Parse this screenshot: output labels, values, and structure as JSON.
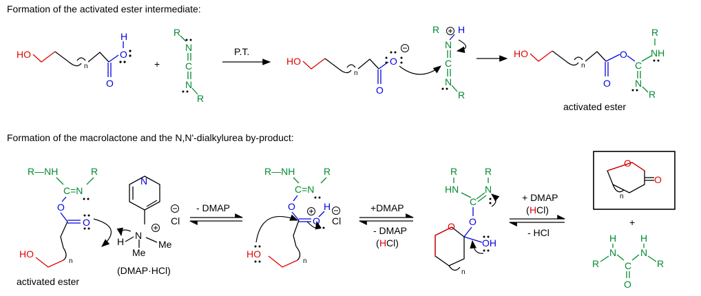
{
  "headings": {
    "top": "Formation of the activated ester intermediate:",
    "bottom": "Formation of the macrolactone and the N,N'-dialkylurea by-product:"
  },
  "labels": {
    "pt": "P.T.",
    "activated_ester_1": "activated ester",
    "activated_ester_2": "activated ester",
    "minus_dmap": "- DMAP",
    "plus_dmap": "+DMAP",
    "minus_dmap_2": "- DMAP",
    "hcl_paren_open": "(",
    "hcl_h": "H",
    "hcl_cl": "Cl)",
    "plus_dmap_2": "+ DMAP",
    "minus_hcl": "- HCl",
    "dmap_hcl": "(DMAP·HCl)",
    "plus_sign": "+"
  },
  "atoms": {
    "ho": "HO",
    "o": "O",
    "h": "H",
    "n": "N",
    "c": "C",
    "r": "R",
    "nh": "NH",
    "hn": "HN",
    "oh": "OH",
    "cl": "Cl",
    "me": "Me",
    "n_sub": "n",
    "r_nh": "R—NH",
    "c_eq_n": "C=N"
  },
  "colors": {
    "alcohol": "#e00000",
    "acid": "#0000e0",
    "carbodiimide": "#008a2e",
    "text": "#000000"
  }
}
